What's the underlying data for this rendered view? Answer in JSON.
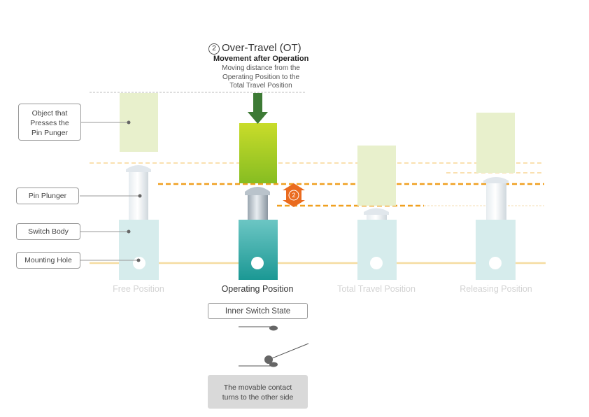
{
  "header": {
    "number": "2",
    "title": "Over-Travel (OT)",
    "subtitle": "Movement after Operation",
    "description_lines": [
      "Moving distance from the",
      "Operating Position to the",
      "Total Travel Position"
    ]
  },
  "labels": {
    "object_lines": [
      "Object that",
      "Presses the",
      "Pin Punger"
    ],
    "pin_plunger": "Pin Plunger",
    "switch_body": "Switch Body",
    "mounting_hole": "Mounting Hole"
  },
  "positions": {
    "free": "Free Position",
    "operating": "Operating Position",
    "total_travel": "Total Travel Position",
    "releasing": "Releasing Position"
  },
  "travel_marker": "2",
  "inner_switch_state": "Inner Switch State",
  "note_lines": [
    "The movable contact",
    "turns to the other side"
  ],
  "colors": {
    "object_active": "#b8d620",
    "object_faded": "#e8f0cc",
    "body_active": "#2eaaa8",
    "body_faded": "#d6ecec",
    "arrow": "#3d7a35",
    "marker": "#ea6b1f",
    "dashed_line": "#f0a020",
    "mount_line": "#f5dca0"
  }
}
